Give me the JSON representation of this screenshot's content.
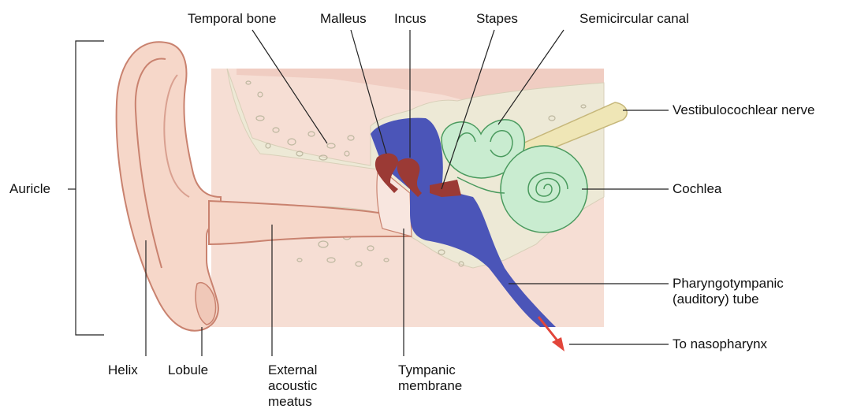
{
  "labels": {
    "temporal_bone": "Temporal bone",
    "malleus": "Malleus",
    "incus": "Incus",
    "stapes": "Stapes",
    "semicircular_canal": "Semicircular canal",
    "vestibulocochlear_nerve": "Vestibulocochlear nerve",
    "auricle": "Auricle",
    "cochlea": "Cochlea",
    "pharyngotympanic_line1": "Pharyngotympanic",
    "pharyngotympanic_line2": "(auditory) tube",
    "to_nasopharynx": "To nasopharynx",
    "helix": "Helix",
    "lobule": "Lobule",
    "external_line1": "External",
    "external_line2": "acoustic",
    "external_line3": "meatus",
    "tympanic_line1": "Tympanic",
    "tympanic_line2": "membrane"
  },
  "colors": {
    "skin": "#f6d7c9",
    "skin_dark": "#e8a593",
    "bone": "#ede9d6",
    "bone_dots": "#c8c4ae",
    "tissue": "#f3d5cb",
    "cavity": "#4b55b8",
    "ossicle": "#9b3a35",
    "inner_ear": "#c9ecd0",
    "inner_ear_line": "#4a9a5e",
    "nerve": "#efe6b6",
    "arrow": "#e2453a"
  }
}
